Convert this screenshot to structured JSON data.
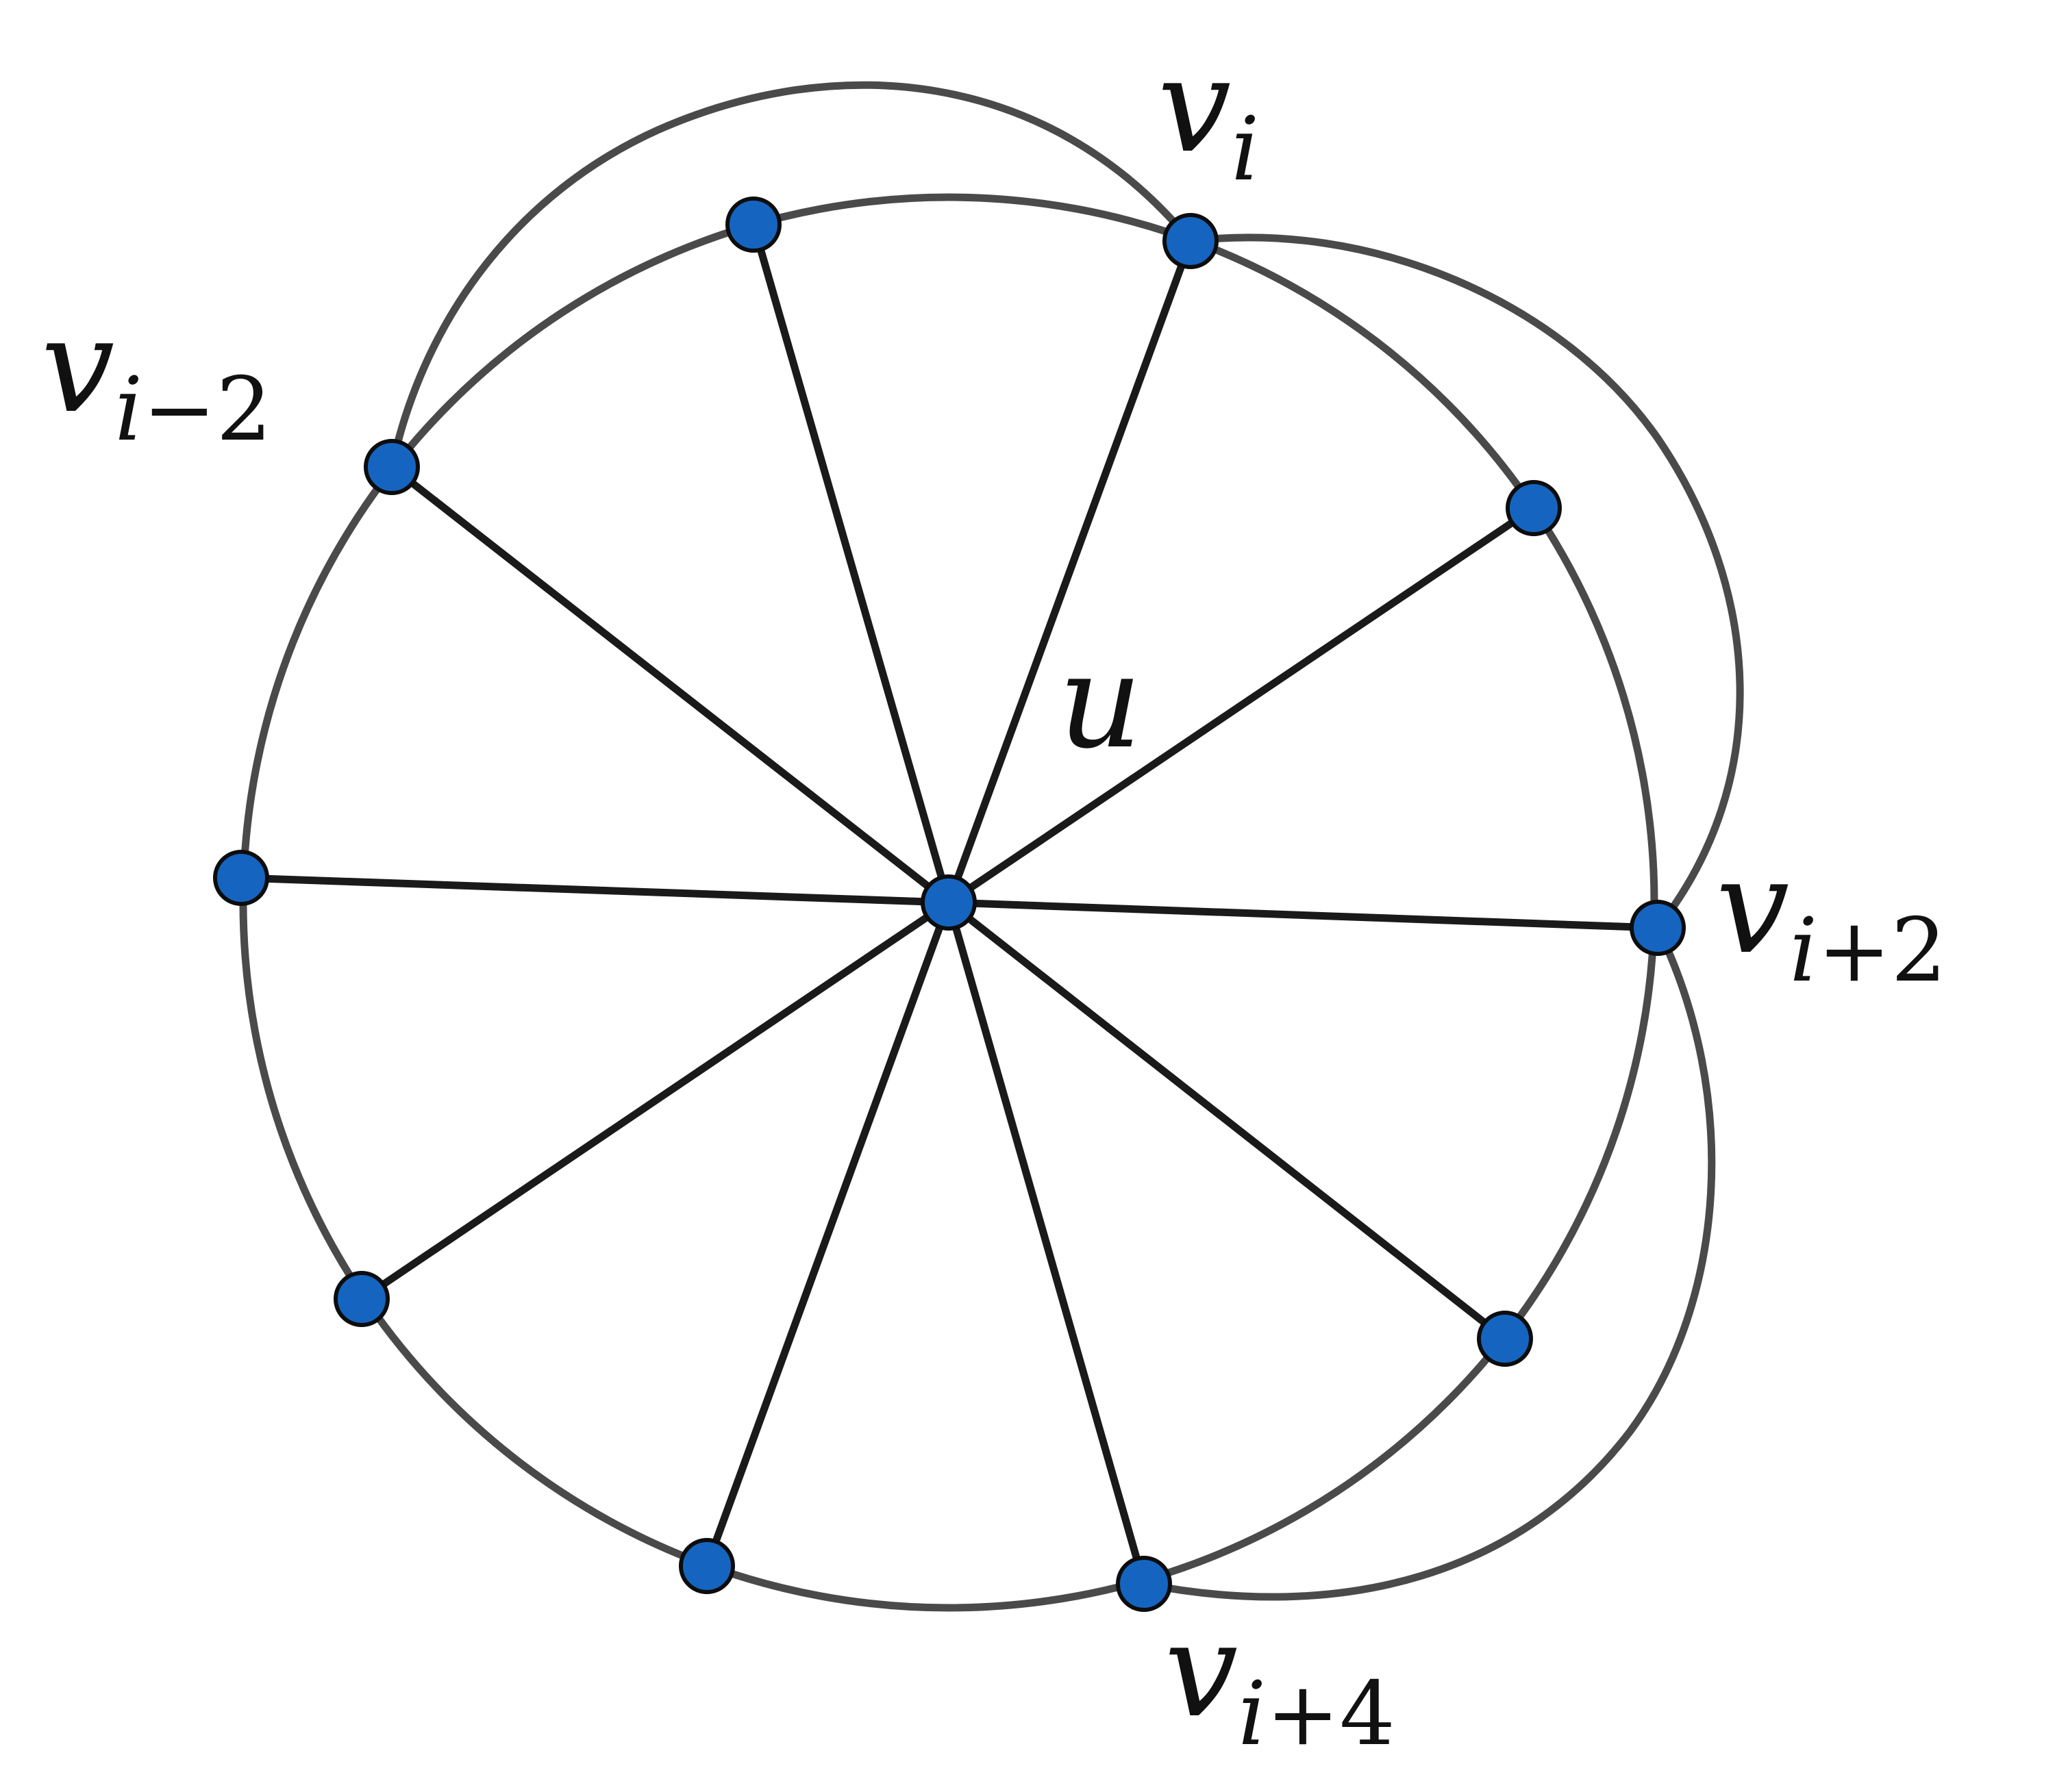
{
  "diagram": {
    "center_label": "u",
    "vertex_labels": {
      "vi": {
        "base": "v",
        "sub_var": "i",
        "sub_rest": ""
      },
      "vi_minus_2": {
        "base": "v",
        "sub_var": "i",
        "sub_rest": "−2"
      },
      "vi_plus_2": {
        "base": "v",
        "sub_var": "i",
        "sub_rest": "+2"
      },
      "vi_plus_4": {
        "base": "v",
        "sub_var": "i",
        "sub_rest": "+4"
      }
    },
    "colors": {
      "vertex_fill": "#1565c0",
      "vertex_stroke": "#0d0d0d",
      "spoke": "#1a1a1a",
      "rim": "#4a4a4a",
      "text": "#111111",
      "background": "#ffffff"
    }
  }
}
